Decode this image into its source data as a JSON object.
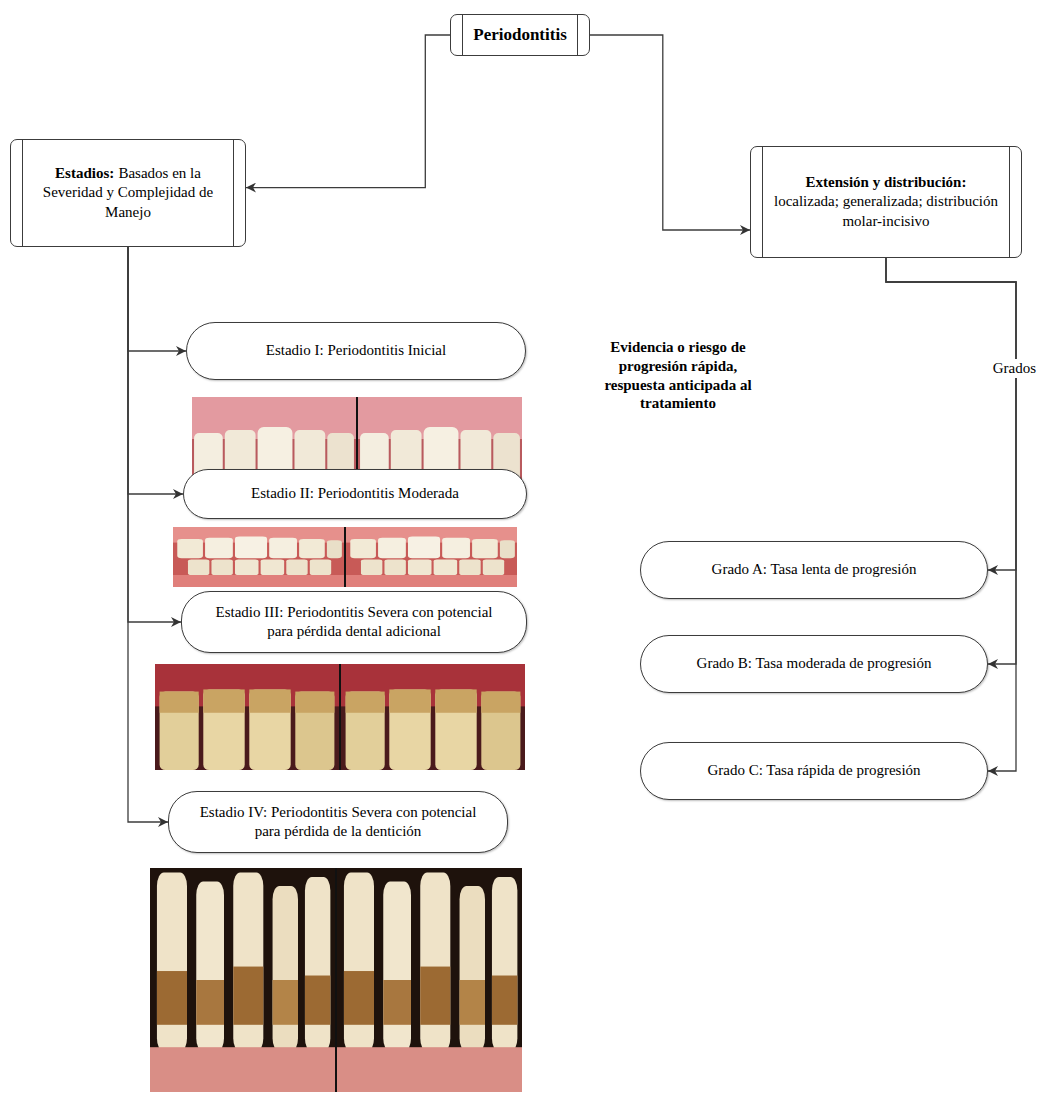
{
  "diagram": {
    "nodes": [
      {
        "text": [
          "Periodontitis"
        ]
      },
      {
        "text": [
          "Estadios:",
          "Basados en la Severidad y Complejidad de Manejo"
        ]
      },
      {
        "text": [
          "Extensión y distribución:",
          "localizada; generalizada; distribución molar-incisivo"
        ]
      },
      {
        "text": [
          "Estadio I: Periodontitis Inicial"
        ]
      },
      {
        "text": [
          "Estadio II: Periodontitis Moderada"
        ]
      },
      {
        "text": [
          "Estadio III: Periodontitis Severa con potencial para pérdida dental adicional"
        ]
      },
      {
        "text": [
          "Estadio IV: Periodontitis Severa con potencial para pérdida de la dentición"
        ]
      },
      {
        "text": [
          "Grado A: Tasa lenta de progresión"
        ]
      },
      {
        "text": [
          "Grado B: Tasa moderada de progresión"
        ]
      },
      {
        "text": [
          "Grado C: Tasa rápida de progresión"
        ]
      }
    ],
    "edges": [
      {
        "from": 0,
        "to": 1,
        "arrow": "to"
      },
      {
        "from": 0,
        "to": 2,
        "arrow": "to"
      },
      {
        "from": 1,
        "to": 3,
        "arrow": "to"
      },
      {
        "from": 1,
        "to": 4,
        "arrow": "to"
      },
      {
        "from": 1,
        "to": 5,
        "arrow": "to"
      },
      {
        "from": 1,
        "to": 6,
        "arrow": "to"
      },
      {
        "from": 2,
        "to": 7,
        "arrow": "to"
      },
      {
        "from": 2,
        "to": 8,
        "arrow": "to"
      },
      {
        "from": 2,
        "to": 9,
        "arrow": "to"
      }
    ],
    "labels": [
      "Evidencia o riesgo de progresión rápida, respuesta anticipada al tratamiento",
      "Grados"
    ]
  }
}
